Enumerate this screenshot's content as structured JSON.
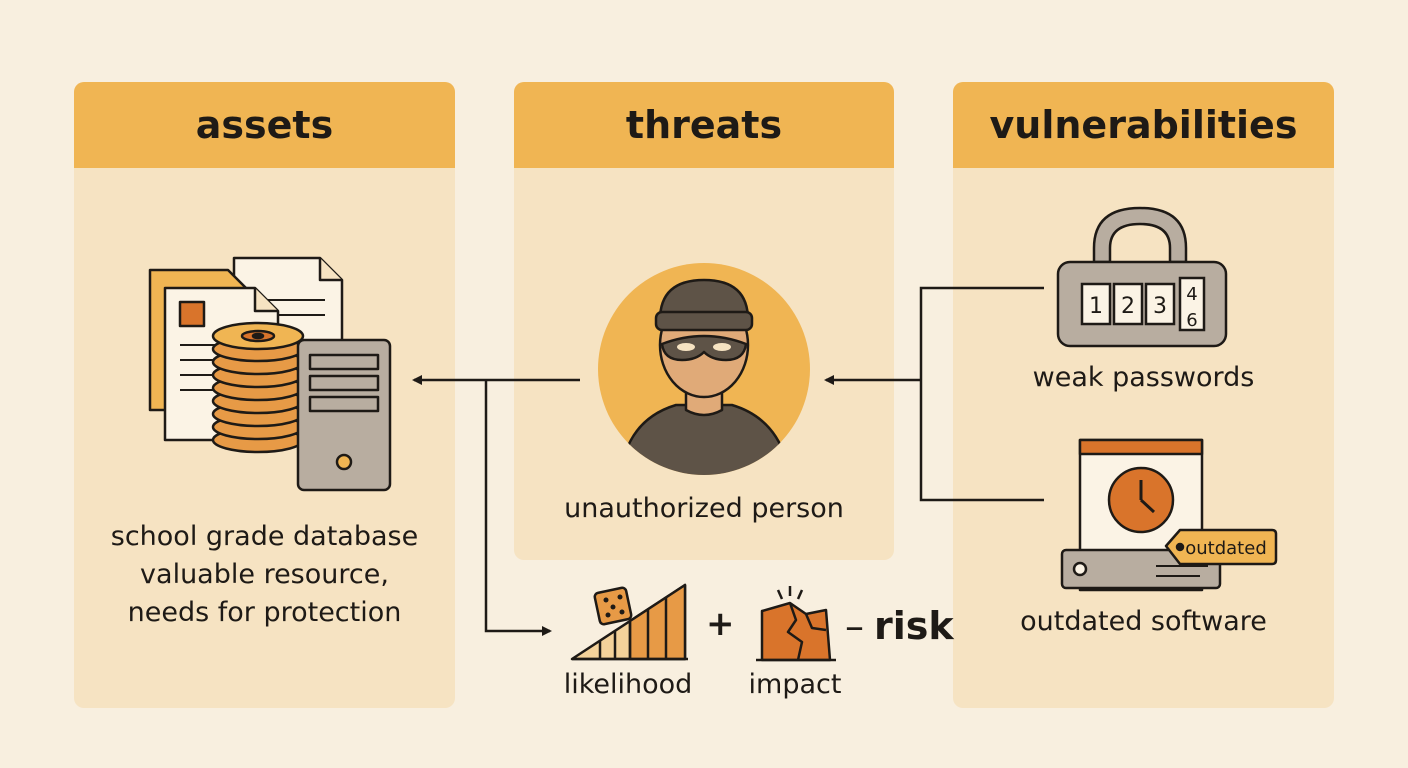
{
  "panels": {
    "assets": {
      "title": "assets",
      "description_lines": [
        "school grade database",
        "valuable resource,",
        "needs for protection"
      ]
    },
    "threats": {
      "title": "threats",
      "caption": "unauthorized person"
    },
    "vulnerabilities": {
      "title": "vulnerabilities",
      "items": [
        {
          "label": "weak passwords",
          "lock_digits": [
            "1",
            "2",
            "3",
            "4",
            "6"
          ]
        },
        {
          "label": "outdated software",
          "tag": "outdated"
        }
      ]
    }
  },
  "formula": {
    "likelihood": "likelihood",
    "plus": "+",
    "impact": "impact",
    "equals": "–",
    "result": "risk"
  },
  "colors": {
    "background": "#f8efdf",
    "panel": "#f6e3c2",
    "header": "#f0b553",
    "accent_orange": "#d9742b",
    "gray": "#b8ada0",
    "dark": "#1e1a16"
  }
}
